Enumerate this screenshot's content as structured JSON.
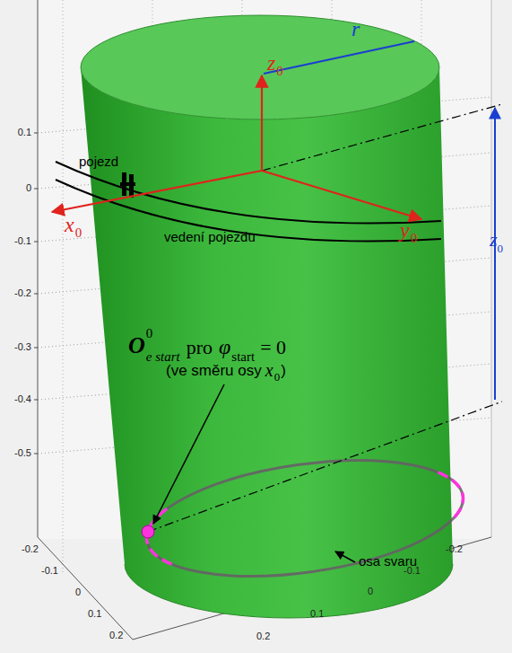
{
  "diagram": {
    "labels": [
      "z",
      "0",
      "r",
      "pojezd",
      "x",
      "0",
      "y",
      "0",
      "vedení pojezdu",
      "z",
      "0",
      "O",
      "0",
      "e start",
      "pro",
      "φ",
      "start",
      "= 0",
      "(ve směru osy",
      "x",
      "0",
      ")",
      "osa svaru",
      "0.1",
      "0",
      "-0.1",
      "-0.2",
      "-0.3",
      "-0.4",
      "-0.5",
      "-0.2",
      "-0.1",
      "0",
      "0.1",
      "0.2",
      "-0.2",
      "-0.1",
      "0",
      "0.1",
      "0.2"
    ]
  }
}
